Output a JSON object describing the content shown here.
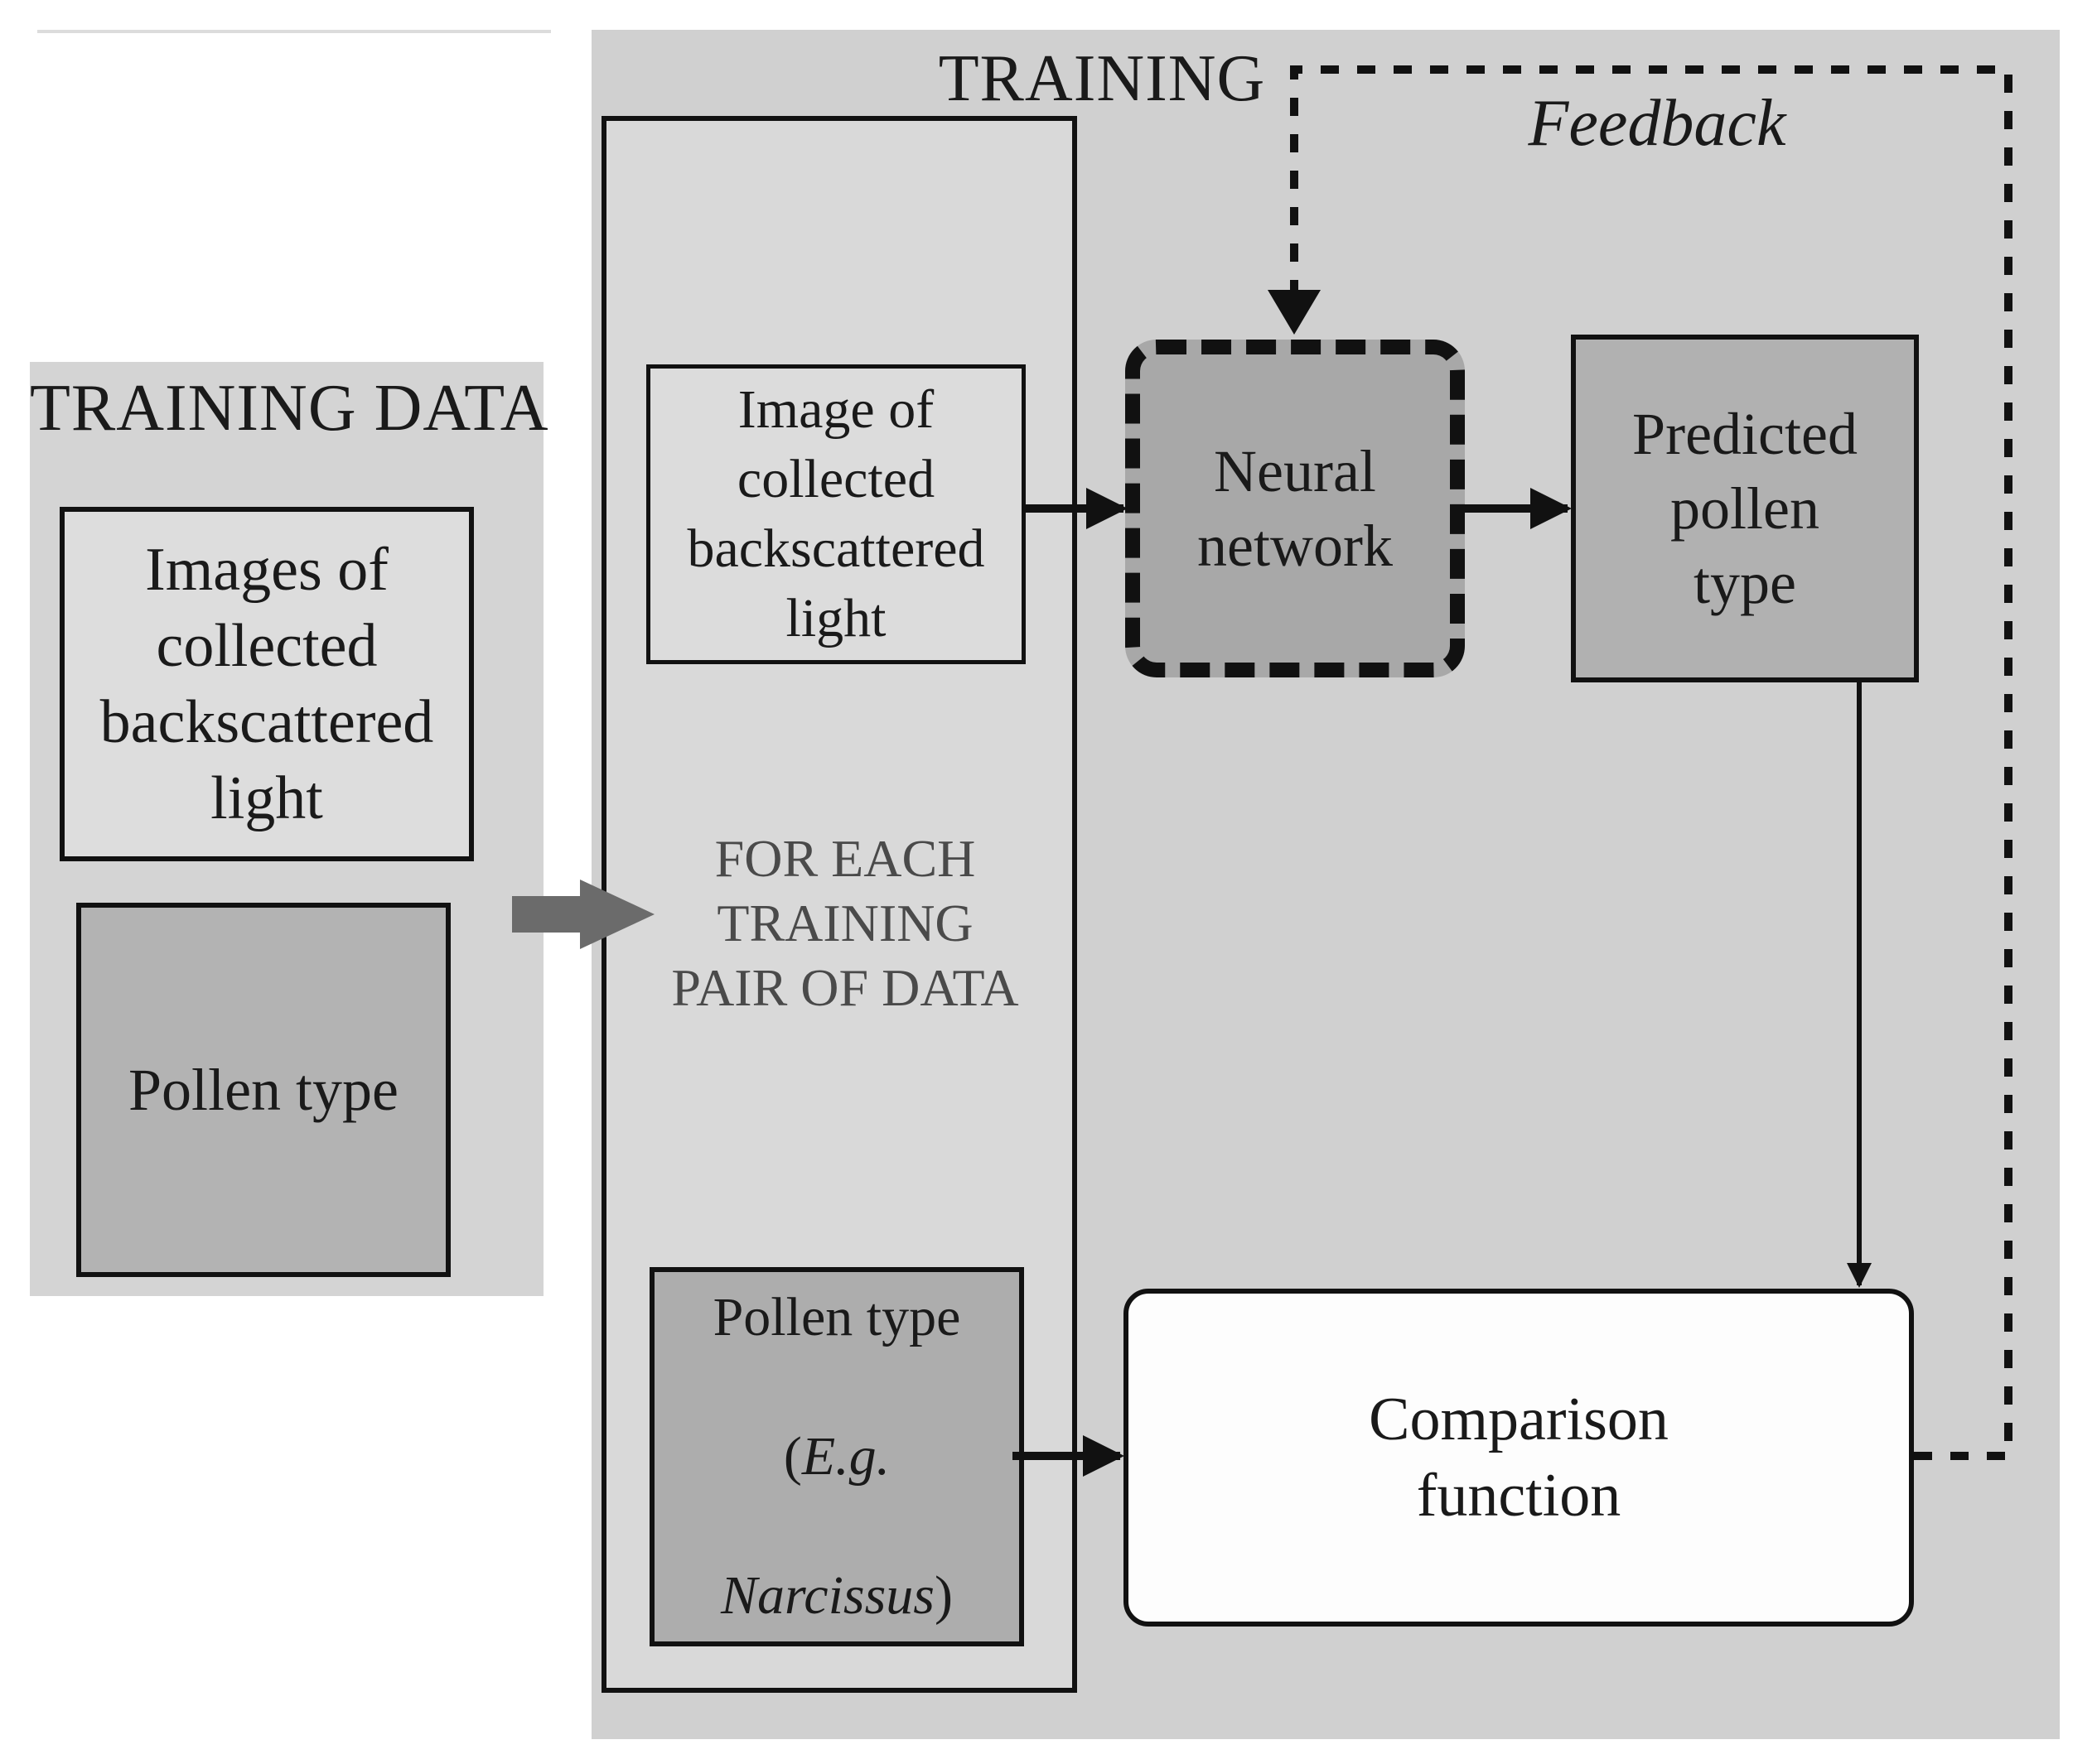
{
  "training_data": {
    "title": "TRAINING DATA",
    "images_box": "Images of\ncollected\nbackscattered\nlight",
    "pollen_box": "Pollen type"
  },
  "training": {
    "title": "TRAINING",
    "feedback_label": "Feedback",
    "pair_images_box": "Image of\ncollected\nbackscattered\nlight",
    "for_each_label": "FOR EACH\nTRAINING\nPAIR OF DATA",
    "pair_pollen_box": {
      "line1": "Pollen type",
      "paren_open": "(",
      "eg": "E.g.",
      "example": "Narcissus",
      "paren_close": ")"
    },
    "neural_network": "Neural\nnetwork",
    "predicted": "Predicted\npollen\ntype",
    "comparison": "Comparison\nfunction"
  },
  "colors": {
    "panel": "#d0d0d0",
    "dark_box": "#adadad",
    "stroke": "#111111",
    "input_arrow": "#6b6b6b"
  }
}
